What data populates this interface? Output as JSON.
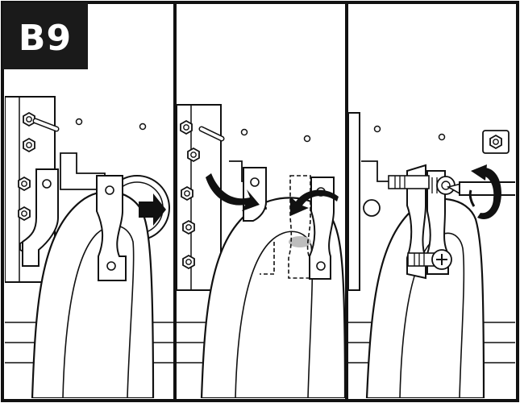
{
  "figure": {
    "step_label": "B9",
    "panels": [
      {
        "id": "panel-1",
        "action": "clamp-installed"
      },
      {
        "id": "panel-2",
        "action": "rotate-clamp-arrows"
      },
      {
        "id": "panel-3",
        "action": "screw-tighten"
      }
    ],
    "colors": {
      "line": "#111111",
      "badge_bg": "#1a1a1a",
      "badge_text": "#ffffff",
      "fill": "#ffffff",
      "shade": "#e6e6e6",
      "arrow": "#111111"
    },
    "icons": [
      "curved-arrow-icon",
      "screwdriver-icon",
      "rotation-arrow-icon",
      "screw-icon"
    ]
  }
}
